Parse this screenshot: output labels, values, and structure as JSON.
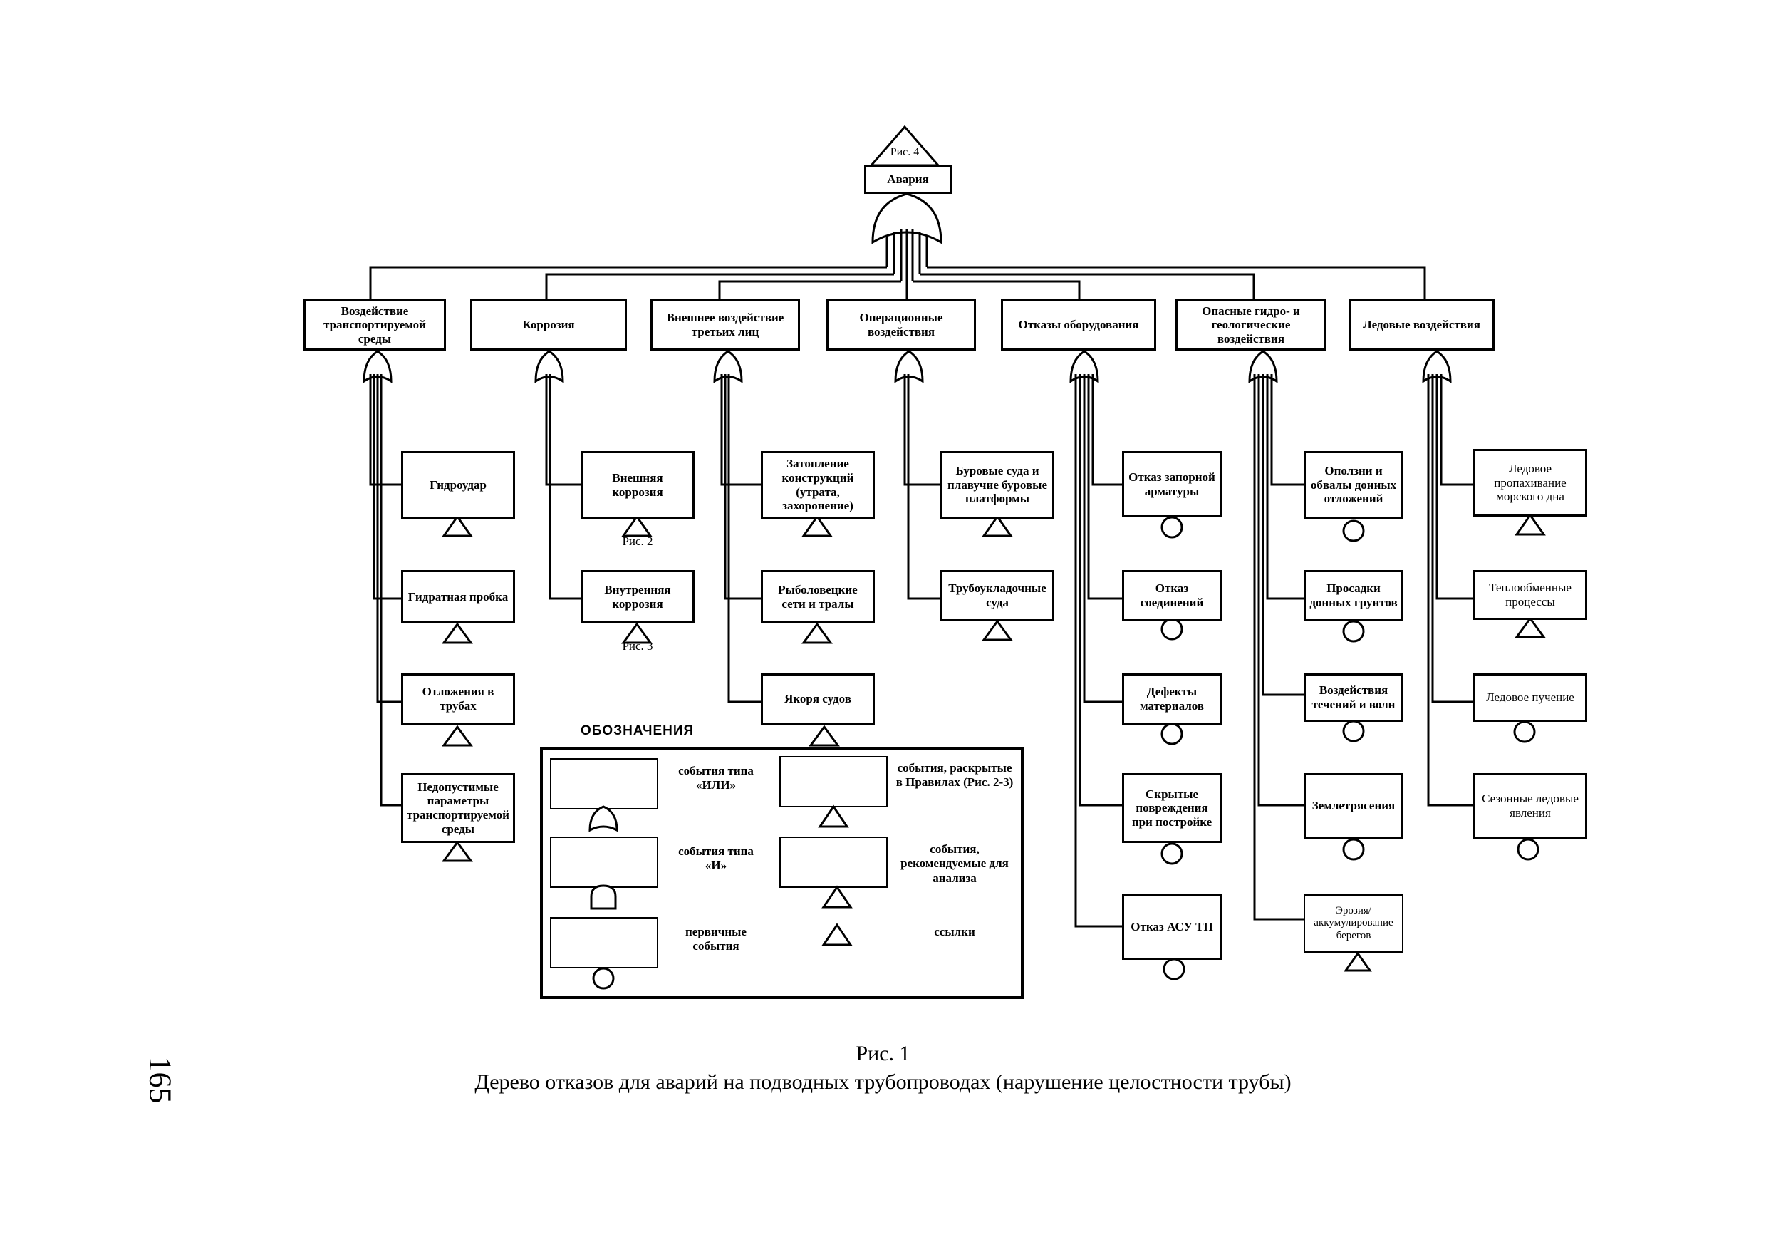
{
  "top": {
    "ref": "Рис. 4",
    "event": "Авария"
  },
  "categories": [
    {
      "label": "Воздействие транспортируемой среды",
      "children": [
        {
          "label": "Гидроудар",
          "marker": "triangle"
        },
        {
          "label": "Гидратная пробка",
          "marker": "triangle"
        },
        {
          "label": "Отложения в трубах",
          "marker": "triangle"
        },
        {
          "label": "Недопустимые параметры транспортируемой среды",
          "marker": "triangle"
        }
      ]
    },
    {
      "label": "Коррозия",
      "children": [
        {
          "label": "Внешняя коррозия",
          "marker": "triangle",
          "ref": "Рис. 2"
        },
        {
          "label": "Внутренняя коррозия",
          "marker": "triangle",
          "ref": "Рис. 3"
        }
      ]
    },
    {
      "label": "Внешнее воздействие третьих лиц",
      "children": [
        {
          "label": "Затопление конструкций (утрата, захоронение)",
          "marker": "triangle"
        },
        {
          "label": "Рыболовецкие сети и тралы",
          "marker": "triangle"
        },
        {
          "label": "Якоря судов",
          "marker": "triangle"
        }
      ]
    },
    {
      "label": "Операционные воздействия",
      "children": [
        {
          "label": "Буровые суда и плавучие буровые платформы",
          "marker": "triangle"
        },
        {
          "label": "Трубоукладочные суда",
          "marker": "triangle"
        }
      ]
    },
    {
      "label": "Отказы оборудования",
      "children": [
        {
          "label": "Отказ запорной арматуры",
          "marker": "circle"
        },
        {
          "label": "Отказ соединений",
          "marker": "circle"
        },
        {
          "label": "Дефекты материалов",
          "marker": "circle"
        },
        {
          "label": "Скрытые повреждения при постройке",
          "marker": "circle"
        },
        {
          "label": "Отказ АСУ ТП",
          "marker": "circle"
        }
      ]
    },
    {
      "label": "Опасные гидро- и геологические воздействия",
      "children": [
        {
          "label": "Оползни и обвалы донных отложений",
          "marker": "circle"
        },
        {
          "label": "Просадки донных грунтов",
          "marker": "circle"
        },
        {
          "label": "Воздействия течений и волн",
          "marker": "circle"
        },
        {
          "label": "Землетрясения",
          "marker": "circle"
        },
        {
          "label": "Эрозия/ аккумулирование берегов",
          "marker": "triangle"
        }
      ]
    },
    {
      "label": "Ледовые воздействия",
      "children": [
        {
          "label": "Ледовое пропахивание морского дна",
          "marker": "triangle"
        },
        {
          "label": "Теплообменные процессы",
          "marker": "triangle"
        },
        {
          "label": "Ледовое пучение",
          "marker": "circle"
        },
        {
          "label": "Сезонные ледовые явления",
          "marker": "circle"
        }
      ]
    }
  ],
  "legend": {
    "title": "ОБОЗНАЧЕНИЯ",
    "or_events": "события типа «ИЛИ»",
    "and_events": "события типа «И»",
    "primary_events": "первичные события",
    "disclosed_events": "события, раскрытые в Правилах (Рис. 2-3)",
    "recommended_events": "события, рекомендуемые для анализа",
    "links": "ссылки"
  },
  "caption": {
    "number": "Рис. 1",
    "title": "Дерево отказов для аварий на подводных трубопроводах (нарушение целостности трубы)"
  },
  "page_number": "165"
}
